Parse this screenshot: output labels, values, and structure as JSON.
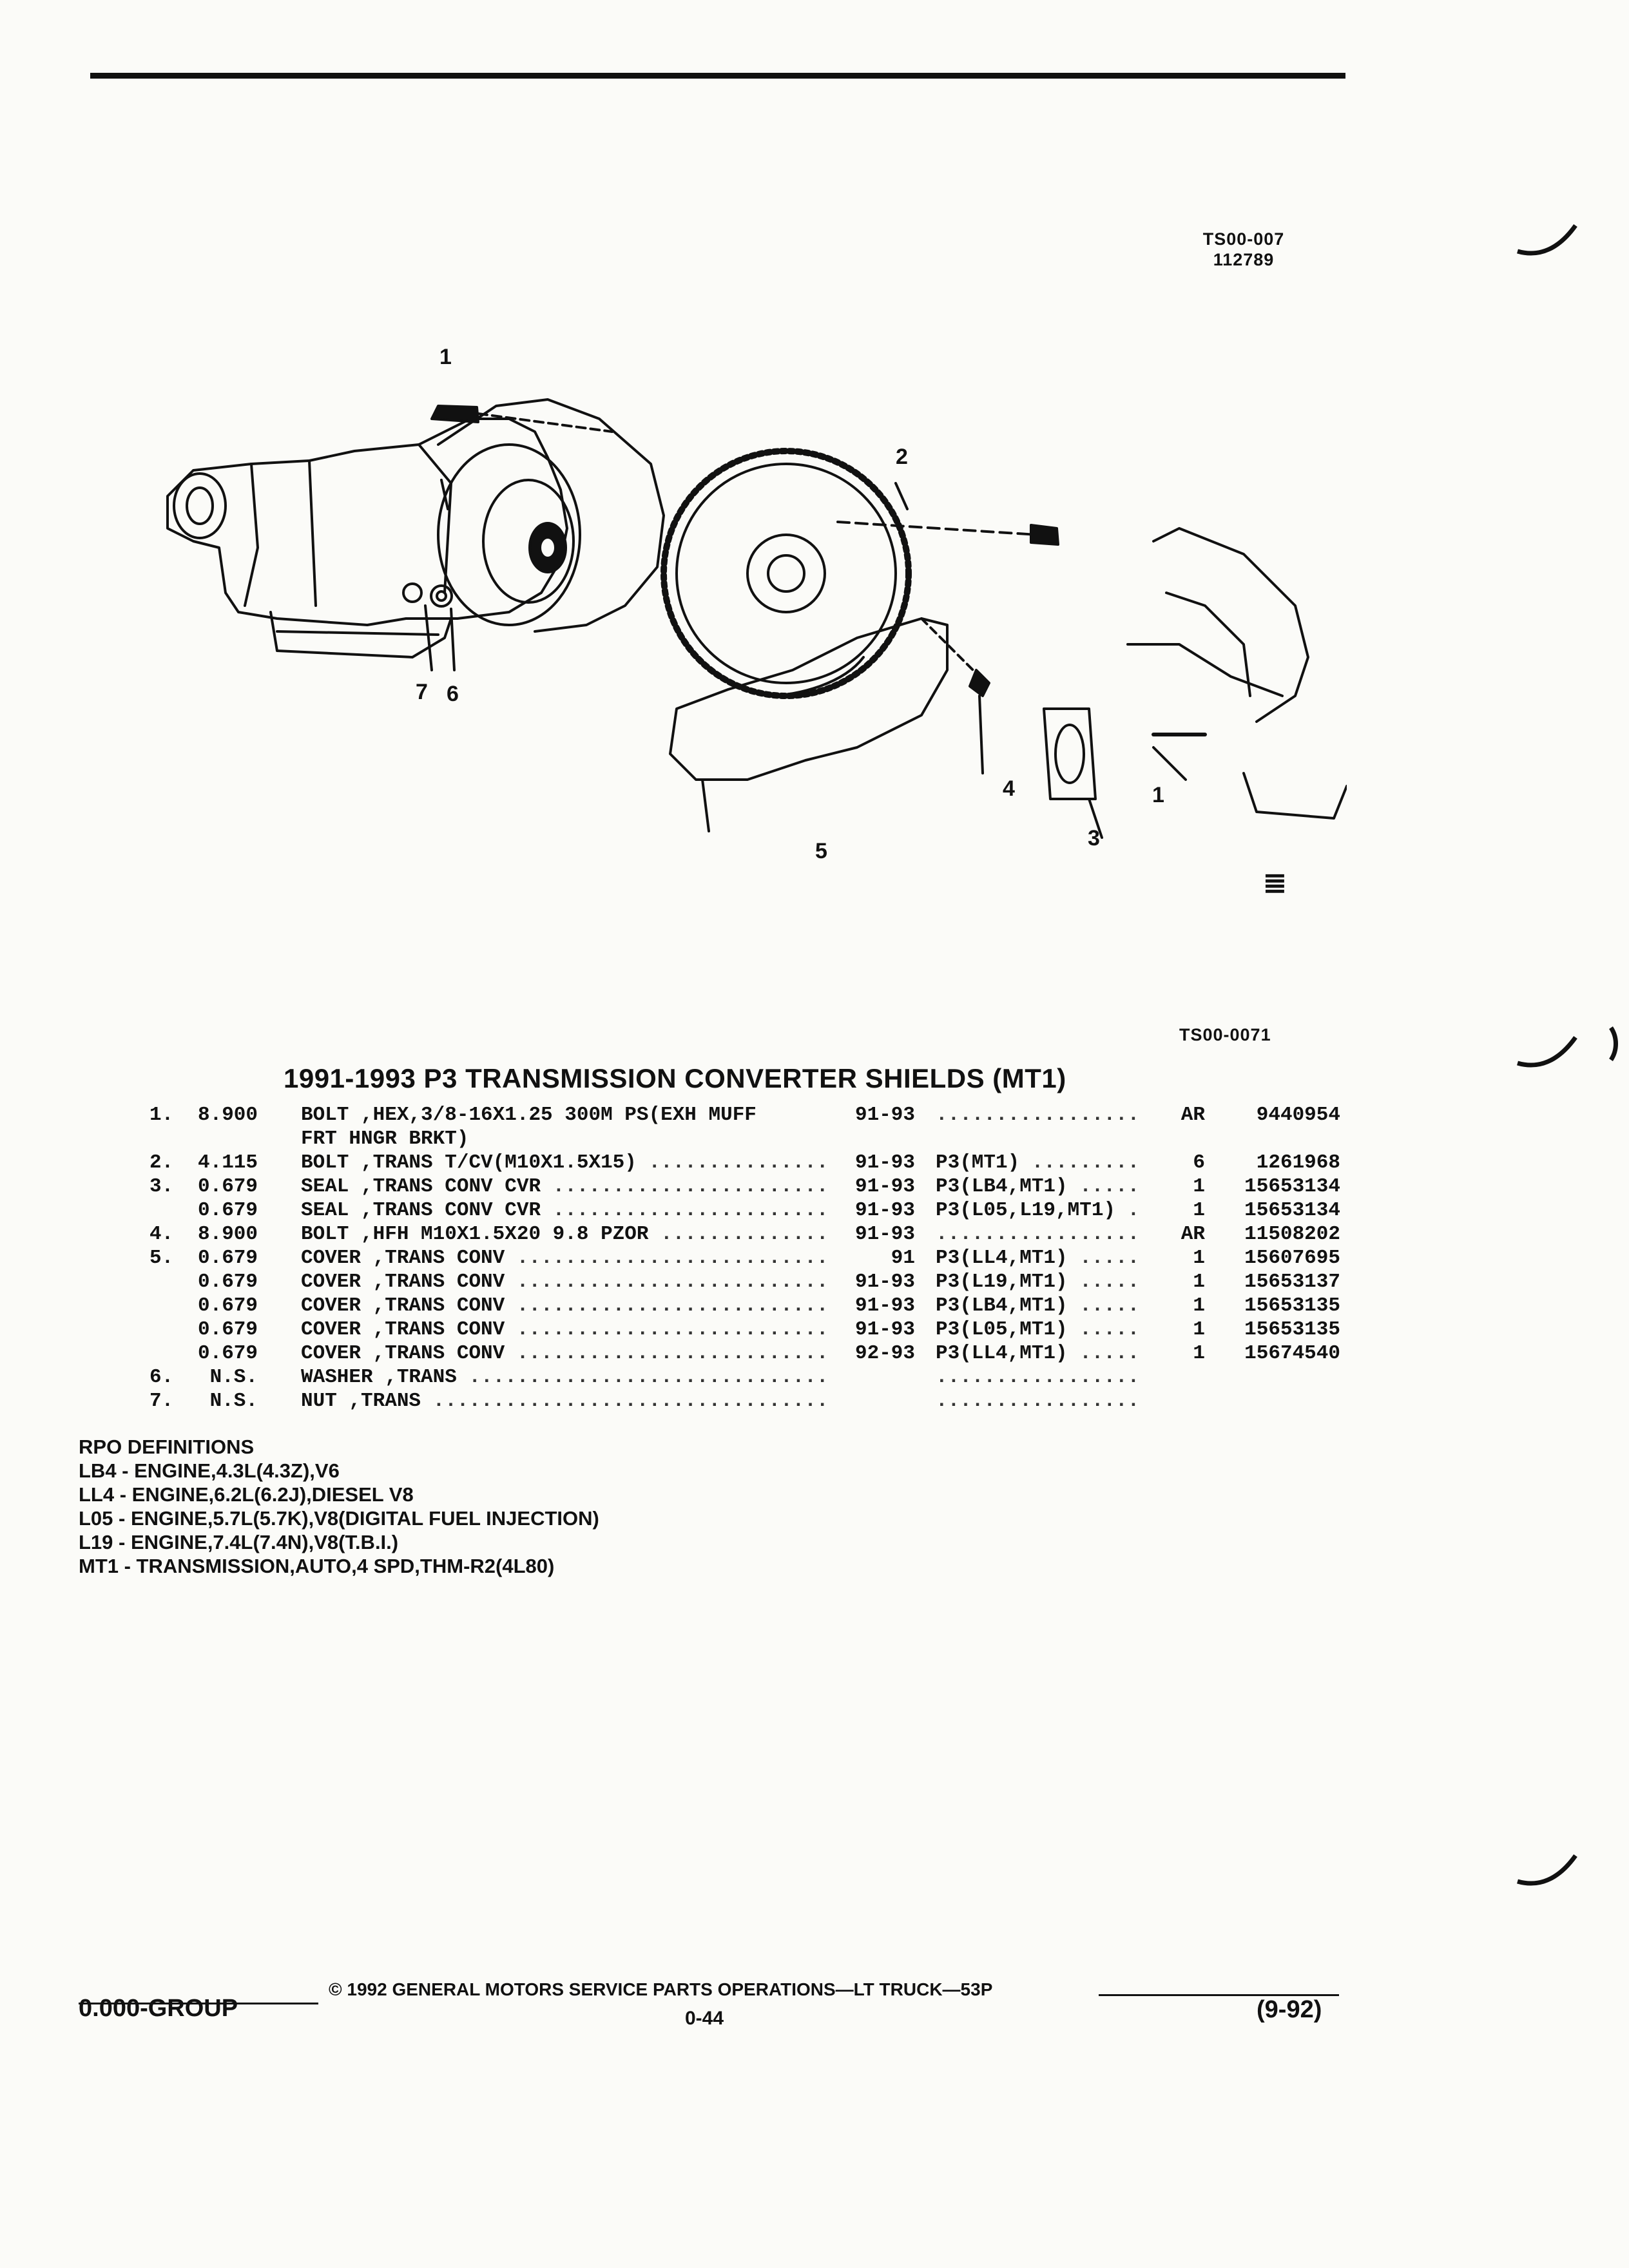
{
  "figure_ids": {
    "top": [
      "TS00-007",
      "112789"
    ],
    "bottom": "TS00-0071"
  },
  "diagram_callouts": [
    "1",
    "2",
    "7",
    "6",
    "4",
    "1",
    "3",
    "5"
  ],
  "section_title": "1991-1993 P3 TRANSMISSION CONVERTER SHIELDS (MT1)",
  "parts": [
    {
      "item": "1.",
      "price": "8.900",
      "desc": "BOLT ,HEX,3/8-16X1.25 300M PS(EXH MUFF",
      "desc2": "FRT HNGR BRKT)",
      "year": "91-93",
      "usage": "",
      "qty": "AR",
      "part": "9440954"
    },
    {
      "item": "2.",
      "price": "4.115",
      "desc": "BOLT ,TRANS T/CV(M10X1.5X15)",
      "desc2": "",
      "year": "91-93",
      "usage": "P3(MT1)",
      "qty": "6",
      "part": "1261968"
    },
    {
      "item": "3.",
      "price": "0.679",
      "desc": "SEAL ,TRANS CONV CVR",
      "desc2": "",
      "year": "91-93",
      "usage": "P3(LB4,MT1)",
      "qty": "1",
      "part": "15653134"
    },
    {
      "item": "",
      "price": "0.679",
      "desc": "SEAL ,TRANS CONV CVR",
      "desc2": "",
      "year": "91-93",
      "usage": "P3(L05,L19,MT1)",
      "qty": "1",
      "part": "15653134"
    },
    {
      "item": "4.",
      "price": "8.900",
      "desc": "BOLT ,HFH M10X1.5X20 9.8 PZOR",
      "desc2": "",
      "year": "91-93",
      "usage": "",
      "qty": "AR",
      "part": "11508202"
    },
    {
      "item": "5.",
      "price": "0.679",
      "desc": "COVER ,TRANS CONV",
      "desc2": "",
      "year": "91",
      "usage": "P3(LL4,MT1)",
      "qty": "1",
      "part": "15607695"
    },
    {
      "item": "",
      "price": "0.679",
      "desc": "COVER ,TRANS CONV",
      "desc2": "",
      "year": "91-93",
      "usage": "P3(L19,MT1)",
      "qty": "1",
      "part": "15653137"
    },
    {
      "item": "",
      "price": "0.679",
      "desc": "COVER ,TRANS CONV",
      "desc2": "",
      "year": "91-93",
      "usage": "P3(LB4,MT1)",
      "qty": "1",
      "part": "15653135"
    },
    {
      "item": "",
      "price": "0.679",
      "desc": "COVER ,TRANS CONV",
      "desc2": "",
      "year": "91-93",
      "usage": "P3(L05,MT1)",
      "qty": "1",
      "part": "15653135"
    },
    {
      "item": "",
      "price": "0.679",
      "desc": "COVER ,TRANS CONV",
      "desc2": "",
      "year": "92-93",
      "usage": "P3(LL4,MT1)",
      "qty": "1",
      "part": "15674540"
    },
    {
      "item": "6.",
      "price": "N.S.",
      "desc": "WASHER ,TRANS",
      "desc2": "",
      "year": "",
      "usage": "",
      "qty": "",
      "part": ""
    },
    {
      "item": "7.",
      "price": "N.S.",
      "desc": "NUT ,TRANS",
      "desc2": "",
      "year": "",
      "usage": "",
      "qty": "",
      "part": ""
    }
  ],
  "rpo": {
    "heading": "RPO DEFINITIONS",
    "lines": [
      "LB4 - ENGINE,4.3L(4.3Z),V6",
      "LL4 - ENGINE,6.2L(6.2J),DIESEL V8",
      "L05 - ENGINE,5.7L(5.7K),V8(DIGITAL FUEL INJECTION)",
      "L19 - ENGINE,7.4L(7.4N),V8(T.B.I.)",
      "MT1 - TRANSMISSION,AUTO,4 SPD,THM-R2(4L80)"
    ]
  },
  "footer": {
    "copyright": "© 1992 GENERAL MOTORS SERVICE PARTS OPERATIONS—LT TRUCK—53P",
    "group": "0.000-GROUP",
    "page": "0-44",
    "date": "(9-92)"
  }
}
